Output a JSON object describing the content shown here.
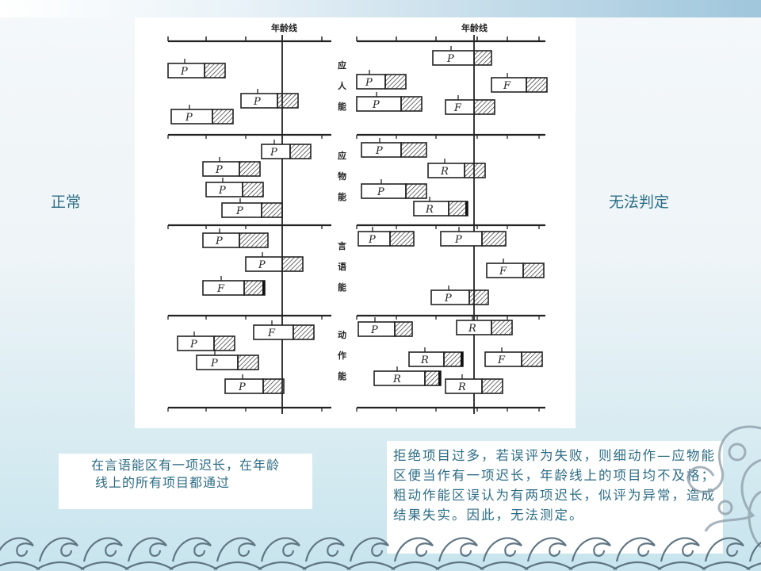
{
  "labels": {
    "left": "正常",
    "right": "无法判定"
  },
  "figure": {
    "age_line_label_left": "年龄线",
    "age_line_label_right": "年龄线",
    "sections": [
      {
        "label": "应人能",
        "chars": [
          "应",
          "人",
          "能"
        ]
      },
      {
        "label": "应物能",
        "chars": [
          "应",
          "物",
          "能"
        ]
      },
      {
        "label": "言语能",
        "chars": [
          "言",
          "语",
          "能"
        ]
      },
      {
        "label": "动作能",
        "chars": [
          "动",
          "作",
          "能"
        ]
      }
    ],
    "bar_letters": {
      "pass": "P",
      "fail": "F",
      "refuse": "R"
    }
  },
  "notes": {
    "left_line1": "在言语能区有一项迟长，在年龄",
    "left_line2": "线上的所有项目都通过",
    "right": "拒绝项目过多，若误评为失败，则细动作—应物能区便当作有一项迟长，年龄线上的项目均不及格；粗动作能区误认为有两项迟长，似评为异常，造成结果失实。因此，无法测定。"
  }
}
